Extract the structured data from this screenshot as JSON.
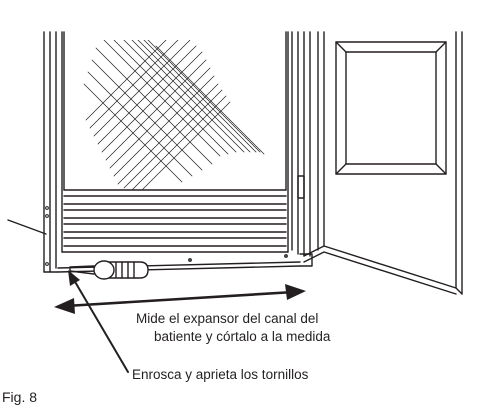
{
  "captions": {
    "measure_line1": "Mide el expansor del canal del",
    "measure_line2": "batiente y córtalo a la medida",
    "screws": "Enrosca y aprieta los tornillos"
  },
  "figure_label": "Fig. 8",
  "colors": {
    "ink": "#231f20",
    "paper": "#ffffff"
  },
  "icons": {
    "tool": "screwdriver-icon"
  }
}
